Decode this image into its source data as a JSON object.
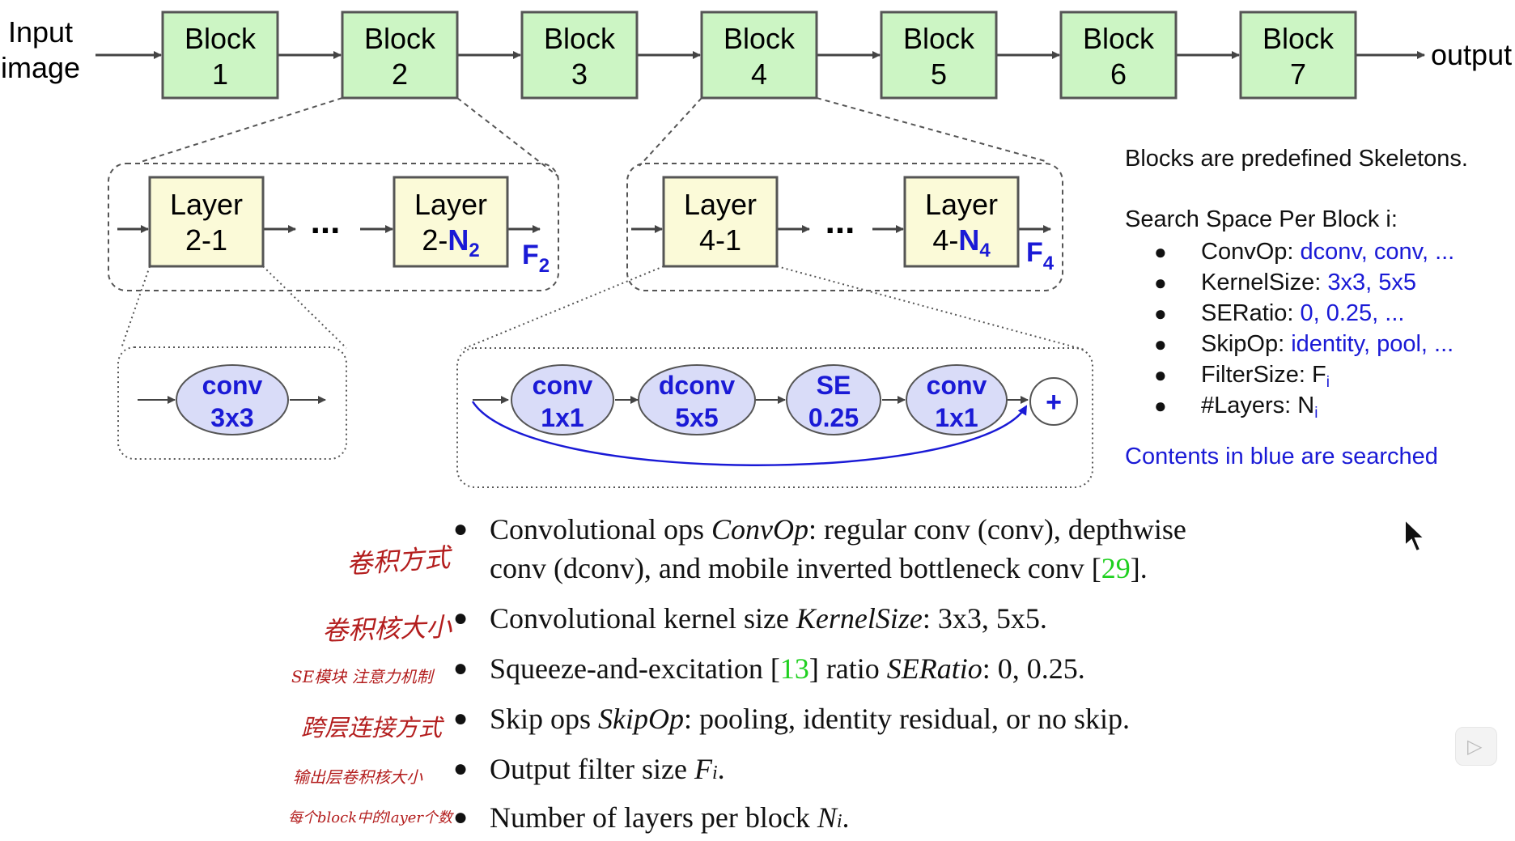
{
  "top_row": {
    "input_label": [
      "Input",
      "image"
    ],
    "output_label": "output",
    "blocks": [
      {
        "line1": "Block",
        "line2": "1"
      },
      {
        "line1": "Block",
        "line2": "2"
      },
      {
        "line1": "Block",
        "line2": "3"
      },
      {
        "line1": "Block",
        "line2": "4"
      },
      {
        "line1": "Block",
        "line2": "5"
      },
      {
        "line1": "Block",
        "line2": "6"
      },
      {
        "line1": "Block",
        "line2": "7"
      }
    ]
  },
  "block2_detail": {
    "layer_first": {
      "line1": "Layer",
      "line2": "2-1"
    },
    "layer_last": {
      "line1": "Layer",
      "prefix": "2-",
      "N": "N",
      "sub": "2"
    },
    "ellipsis": "...",
    "filter": {
      "F": "F",
      "sub": "2"
    }
  },
  "block4_detail": {
    "layer_first": {
      "line1": "Layer",
      "line2": "4-1"
    },
    "layer_last": {
      "line1": "Layer",
      "prefix": "4-",
      "N": "N",
      "sub": "4"
    },
    "ellipsis": "...",
    "filter": {
      "F": "F",
      "sub": "4"
    }
  },
  "layer2_ops": [
    {
      "line1": "conv",
      "line2": "3x3"
    }
  ],
  "layer4_ops": [
    {
      "line1": "conv",
      "line2": "1x1"
    },
    {
      "line1": "dconv",
      "line2": "5x5"
    },
    {
      "line1": "SE",
      "line2": "0.25"
    },
    {
      "line1": "conv",
      "line2": "1x1"
    }
  ],
  "add_symbol": "+",
  "info": {
    "heading": "Blocks are predefined Skeletons.",
    "search_title": "Search Space Per Block i:",
    "bullet_glyph": "●",
    "items": [
      {
        "key": "ConvOp: ",
        "value": "dconv, conv, ..."
      },
      {
        "key": "KernelSize: ",
        "value": "3x3, 5x5"
      },
      {
        "key": "SERatio: ",
        "value": "0, 0.25, ..."
      },
      {
        "key": "SkipOp: ",
        "value": "identity, pool, ..."
      },
      {
        "key": "FilterSize: F",
        "value": "",
        "sub": "i"
      },
      {
        "key": "#Layers: N",
        "value": "",
        "sub": "i"
      }
    ],
    "footnote": "Contents in blue are searched"
  },
  "options": [
    {
      "annotation": "卷积方式",
      "before": "Convolutional ops ",
      "math": "ConvOp",
      "after": ": regular conv (conv), depthwise",
      "line2_before": "conv (dconv), and mobile inverted bottleneck conv [",
      "cite": "29",
      "line2_after": "]."
    },
    {
      "annotation": "卷积核大小",
      "before": "Convolutional kernel size ",
      "math": "KernelSize",
      "after": ": 3x3, 5x5."
    },
    {
      "annotation": "SE模块 注意力机制",
      "before": "Squeeze-and-excitation [",
      "cite": "13",
      "mid": "] ratio ",
      "math": "SERatio",
      "after": ": 0, 0.25."
    },
    {
      "annotation": "跨层连接方式",
      "before": "Skip ops ",
      "math": "SkipOp",
      "after": ": pooling, identity residual, or no skip."
    },
    {
      "annotation": "输出层卷积核大小",
      "before": "Output filter size ",
      "math": "F",
      "math_sub": "i",
      "after": "."
    },
    {
      "annotation": "每个block中的layer个数",
      "before": "Number of layers per block ",
      "math": "N",
      "math_sub": "i",
      "after": "."
    }
  ],
  "bullet_glyph": "●",
  "colors": {
    "block_fill": "#ccf5c4",
    "layer_fill": "#fbfad8",
    "op_fill": "#d9dcf8",
    "blue_text": "#1a1ad6",
    "cite_green": "#1fd01f",
    "annotation_red": "#b31d1d"
  },
  "icons": [
    "arrow-right-icon",
    "mouse-cursor-icon",
    "play-icon"
  ]
}
